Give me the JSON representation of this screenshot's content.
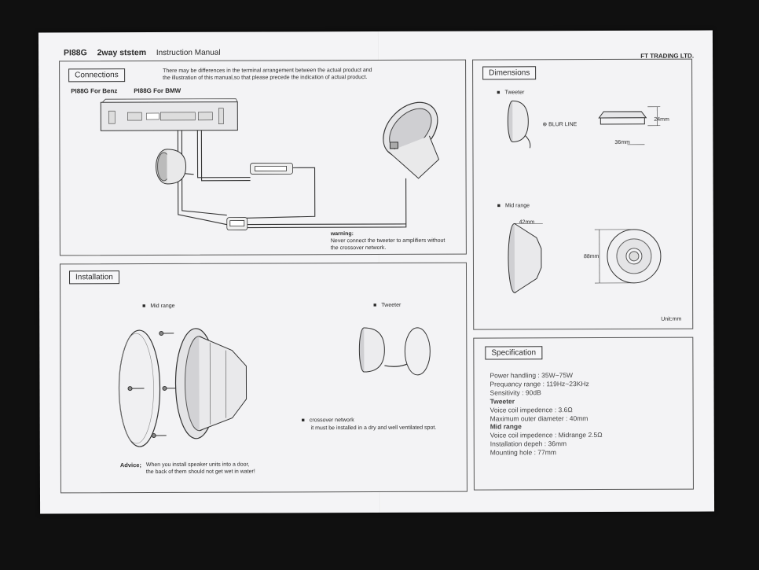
{
  "header": {
    "model": "PI88G",
    "system": "2way ststem",
    "manual": "Instruction Manual",
    "company": "FT TRADING LTD."
  },
  "connections": {
    "label": "Connections",
    "note": [
      "There may be differences in the terminal arrangement between the actual product and",
      "the illustration of this manual,so that please precede the indication of actual product."
    ],
    "benz": "PI88G For Benz",
    "bmw": "PI88G For BMW",
    "warning_title": "warning:",
    "warning_text": [
      "Never connect the tweeter to amplifiers without",
      "the crossover network."
    ]
  },
  "installation": {
    "label": "Installation",
    "mid": "Mid  range",
    "tweeter": "Tweeter",
    "crossover_title": "crossover network",
    "crossover_text": "it must  be installed in a dry and well ventilated spot.",
    "advice_title": "Advice;",
    "advice_text": [
      "When  you  install speaker units into a door,",
      "the back of them should not get wet in water!"
    ]
  },
  "dimensions": {
    "label": "Dimensions",
    "tweeter": "Tweeter",
    "blur_line": "BLUR LINE",
    "d24": "24mm",
    "d36": "36mm",
    "mid": "Mid  range",
    "d42": "42mm",
    "d88": "88mm",
    "unit": "Unit:mm"
  },
  "specification": {
    "label": "Specification",
    "lines": [
      {
        "text": "Power handling : 35W~75W",
        "bold": false
      },
      {
        "text": "Prequancy range : 119Hz~23KHz",
        "bold": false
      },
      {
        "text": "Sensitivity : 90dB",
        "bold": false
      },
      {
        "text": "Tweeter",
        "bold": true
      },
      {
        "text": "Voice coil impedence : 3.6Ω",
        "bold": false
      },
      {
        "text": "Maximum outer diameter : 40mm",
        "bold": false
      },
      {
        "text": "Mid range",
        "bold": true
      },
      {
        "text": "Voice coil impedence : Midrange 2.5Ω",
        "bold": false
      },
      {
        "text": "Installation depeh : 36mm",
        "bold": false
      },
      {
        "text": "Mounting hole : 77mm",
        "bold": false
      }
    ]
  }
}
